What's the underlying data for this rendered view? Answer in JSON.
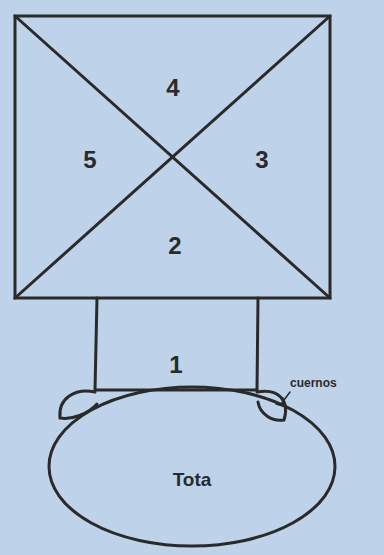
{
  "diagram": {
    "nodes": [
      {
        "text": [
          "Tota"
        ]
      }
    ],
    "labels": [
      "4",
      "5",
      "3",
      "2",
      "1",
      "cuernos"
    ]
  }
}
